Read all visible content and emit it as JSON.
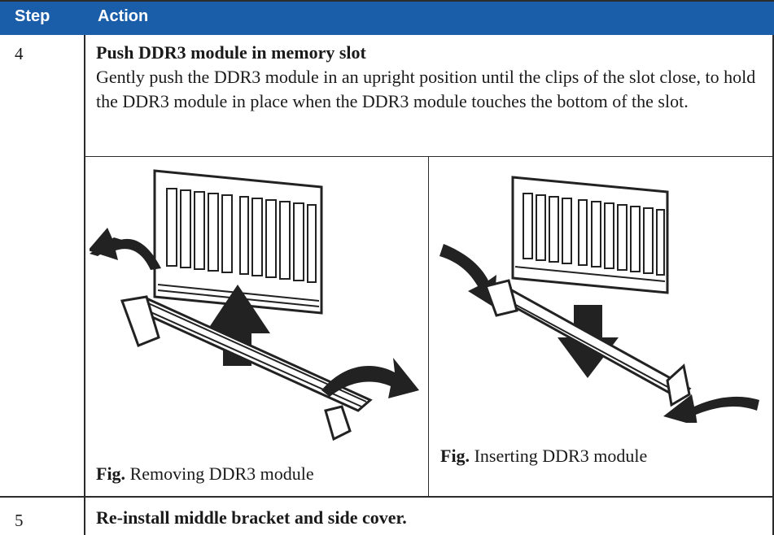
{
  "header": {
    "step_label": "Step",
    "action_label": "Action"
  },
  "rows": [
    {
      "step": "4",
      "title": "Push DDR3 module in memory slot",
      "body": "Gently push the DDR3 module in an upright position until the clips of the slot close, to hold the DDR3 module in place when the DDR3 module touches the bottom of the slot.",
      "figures": [
        {
          "prefix": "Fig.",
          "text": " Removing DDR3 module",
          "icon": "ddr3-removal-illustration"
        },
        {
          "prefix": "Fig.",
          "text": " Inserting DDR3 module",
          "icon": "ddr3-insertion-illustration"
        }
      ]
    },
    {
      "step": "5",
      "title": "Re-install middle bracket and side cover."
    }
  ],
  "colors": {
    "header_bg": "#1a5eaa",
    "header_text": "#ffffff",
    "border": "#2b2b2b"
  }
}
